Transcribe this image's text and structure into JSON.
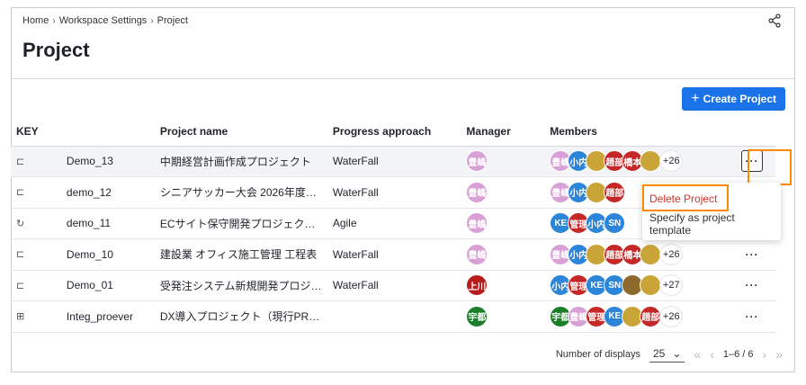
{
  "breadcrumb": {
    "home": "Home",
    "workspace": "Workspace Settings",
    "current": "Project"
  },
  "page_title": "Project",
  "create_button": "Create Project",
  "columns": {
    "key": "KEY",
    "name": "Project name",
    "progress": "Progress approach",
    "manager": "Manager",
    "members": "Members"
  },
  "rows": [
    {
      "key": "Demo_13",
      "name": "中期経営計画作成プロジェクト",
      "progress": "WaterFall",
      "manager": "豊嶋",
      "more": "+26"
    },
    {
      "key": "demo_12",
      "name": "シニアサッカー大会 2026年度年…",
      "progress": "WaterFall",
      "manager": "豊嶋",
      "more": ""
    },
    {
      "key": "demo_11",
      "name": "ECサイト保守開発プロジェクト（…",
      "progress": "Agile",
      "manager": "豊嶋",
      "more": ""
    },
    {
      "key": "Demo_10",
      "name": "建設業 オフィス施工管理 工程表",
      "progress": "WaterFall",
      "manager": "豊嶋",
      "more": "+26"
    },
    {
      "key": "Demo_01",
      "name": "受発注システム新規開発プロジェ…",
      "progress": "WaterFall",
      "manager": "上川",
      "more": "+27"
    },
    {
      "key": "Integ_proever",
      "name": "DX導入プロジェクト（現行PROE…",
      "progress": "",
      "manager": "宇都",
      "more": "+26"
    }
  ],
  "member_labels": [
    "豊嶋",
    "小内",
    "趙部",
    "橋本",
    "KE",
    "管理",
    "SN",
    "宇都"
  ],
  "menu": {
    "delete": "Delete Project",
    "template": "Specify as project template"
  },
  "footer": {
    "label": "Number of displays",
    "page_size": "25",
    "range": "1–6 / 6"
  },
  "colors": {
    "accent": "#1a73e8",
    "highlight": "#ff8a00",
    "danger": "#d93025"
  }
}
